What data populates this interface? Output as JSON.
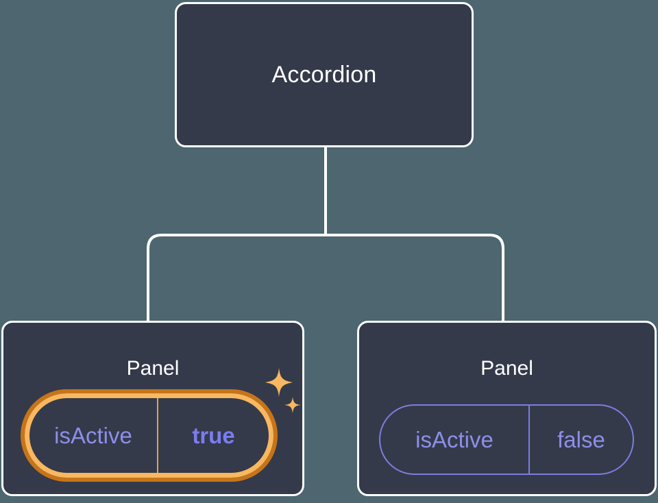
{
  "diagram": {
    "type": "component-tree",
    "background_color": "#4d6670",
    "node_fill_color": "#343a4a",
    "node_border_color": "#ffffff",
    "edge_color": "#ffffff",
    "highlight_color_outer": "#c6741a",
    "highlight_color_inner": "#f9b860",
    "prop_text_color": "#8d8fe8",
    "prop_value_highlight_color": "#7b7df0",
    "pill_border_color": "#7c7ee0",
    "root": {
      "title": "Accordion"
    },
    "children": [
      {
        "title": "Panel",
        "highlighted": true,
        "prop": {
          "key": "isActive",
          "value": "true"
        },
        "sparkle_icon": "sparkles-icon"
      },
      {
        "title": "Panel",
        "highlighted": false,
        "prop": {
          "key": "isActive",
          "value": "false"
        }
      }
    ]
  }
}
